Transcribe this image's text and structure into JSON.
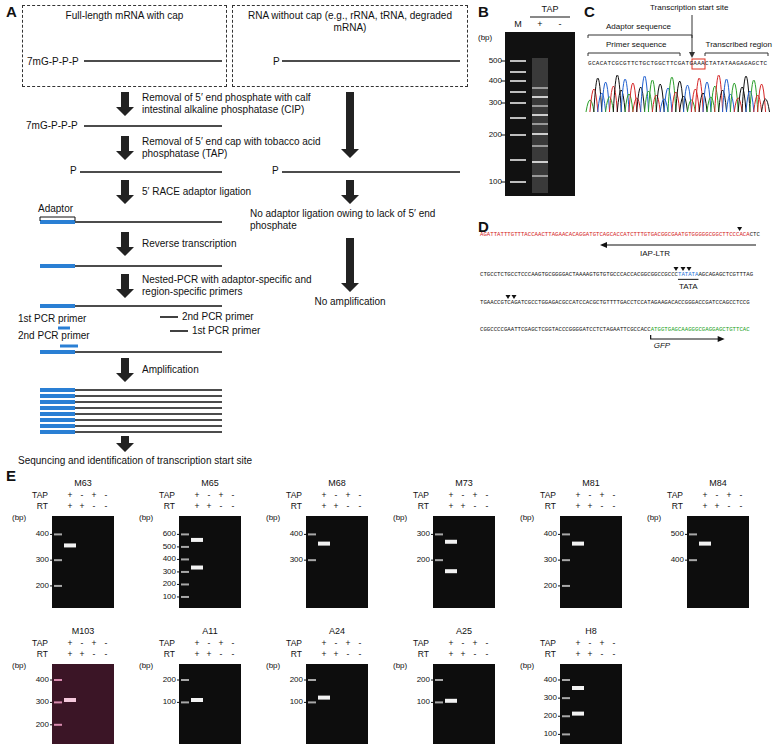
{
  "diagram": {
    "nodes": [
      {
        "text": [
          "Full-length mRNA with cap",
          "7mG-P-P-P"
        ]
      },
      {
        "text": [
          "RNA without cap (e.g., rRNA, tRNA, degraded mRNA)",
          "P"
        ]
      }
    ],
    "labels": [
      "A",
      "Removal of 5′ end phosphate with calf intestinal alkaline phosphatase (CIP)",
      "7mG-P-P-P",
      "Removal of 5′ end cap with tobacco acid phosphatase (TAP)",
      "P",
      "P",
      "5′ RACE adaptor ligation",
      "Adaptor",
      "No adaptor ligation owing to lack of 5′ end phosphate",
      "Reverse transcription",
      "Nested-PCR with adaptor-specific and region-specific primers",
      "No amplification",
      "2nd PCR primer",
      "1st PCR primer",
      "1st PCR primer",
      "2nd PCR primer",
      "Amplification",
      "Sequncing and identification of transcription start site",
      "B",
      "TAP",
      "M",
      "+",
      "-",
      "(bp)",
      "500",
      "400",
      "300",
      "200",
      "100",
      "C",
      "Adaptor sequence",
      "Primer sequence",
      "Transcription start site",
      "Transcribed region",
      "GCACATCGCGTTCTGCTGGCTTCGATGAAACTATATAAGAGAGCTC",
      "D",
      "AGATTATTTGTTTACCAACTTAGAACACAGGATGTCAGCACCATCTTTGTGACGGCGAATGTGGGGGCGGCTTCCCACA",
      "CTC",
      "IAP-LTR",
      "CTGCCTCTGCCTCCCAAGTGCGGGGACTAAAAGTGTGTGCCCACCACGGCGGCCGCCC",
      "TATATA",
      "AGCAGAGCTCGTTTAG",
      "TATA",
      "TGAACCGTCAGATCGCCTGGAGACGCCATCCACGCTGTTTTGACCTCCATAGAAGACACCGGGACCGATCCAGCCTCCG",
      "CGGCCCCGAATTCGAGCTCGGTACCCGGGGATCCTCTAGAATTCGCCACC",
      "ATGGTGAGCAAGGGCGAGGAGCTGTTCAC",
      "GFP",
      "E",
      "M63",
      "TAP",
      "+",
      "-",
      "+",
      "-",
      "RT",
      "+",
      "+",
      "-",
      "-",
      "(bp)",
      "400",
      "300",
      "200",
      "M65",
      "TAP",
      "+",
      "-",
      "+",
      "-",
      "RT",
      "+",
      "+",
      "-",
      "-",
      "(bp)",
      "600",
      "500",
      "400",
      "300",
      "200",
      "100",
      "M68",
      "TAP",
      "+",
      "-",
      "+",
      "-",
      "RT",
      "+",
      "+",
      "-",
      "-",
      "(bp)",
      "400",
      "300",
      "M73",
      "TAP",
      "+",
      "-",
      "+",
      "-",
      "RT",
      "+",
      "+",
      "-",
      "-",
      "(bp)",
      "300",
      "200",
      "M81",
      "TAP",
      "+",
      "-",
      "+",
      "-",
      "RT",
      "+",
      "+",
      "-",
      "-",
      "(bp)",
      "400",
      "300",
      "200",
      "M84",
      "TAP",
      "+",
      "-",
      "+",
      "-",
      "RT",
      "+",
      "+",
      "-",
      "-",
      "(bp)",
      "500",
      "400",
      "M103",
      "TAP",
      "+",
      "-",
      "+",
      "-",
      "RT",
      "+",
      "+",
      "-",
      "-",
      "(bp)",
      "400",
      "300",
      "200",
      "A11",
      "TAP",
      "+",
      "-",
      "+",
      "-",
      "RT",
      "+",
      "+",
      "-",
      "-",
      "(bp)",
      "200",
      "100",
      "A24",
      "TAP",
      "+",
      "-",
      "+",
      "-",
      "RT",
      "+",
      "+",
      "-",
      "-",
      "(bp)",
      "200",
      "100",
      "A25",
      "TAP",
      "+",
      "-",
      "+",
      "-",
      "RT",
      "+",
      "+",
      "-",
      "-",
      "(bp)",
      "200",
      "100",
      "H8",
      "TAP",
      "+",
      "-",
      "+",
      "-",
      "RT",
      "+",
      "+",
      "-",
      "-",
      "(bp)",
      "400",
      "300",
      "200",
      "100"
    ]
  }
}
